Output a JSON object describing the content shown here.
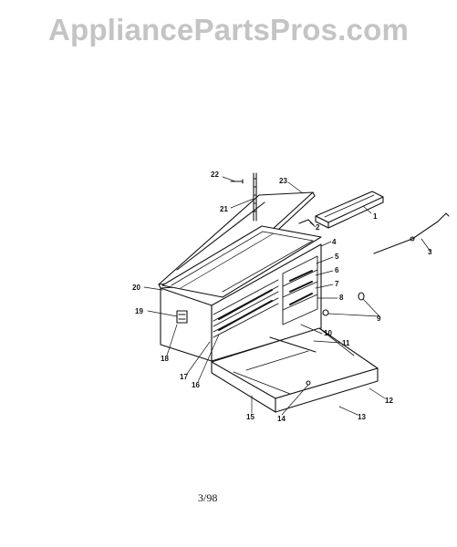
{
  "watermark": "AppliancePartsPros.com",
  "footer_code": "3/98",
  "callouts": [
    {
      "id": "part-1",
      "label": "1"
    },
    {
      "id": "part-2",
      "label": "2"
    },
    {
      "id": "part-3",
      "label": "3"
    },
    {
      "id": "part-4",
      "label": "4"
    },
    {
      "id": "part-5",
      "label": "5"
    },
    {
      "id": "part-6",
      "label": "6"
    },
    {
      "id": "part-7",
      "label": "7"
    },
    {
      "id": "part-8",
      "label": "8"
    },
    {
      "id": "part-9",
      "label": "9"
    },
    {
      "id": "part-10",
      "label": "10"
    },
    {
      "id": "part-11",
      "label": "11"
    },
    {
      "id": "part-12",
      "label": "12"
    },
    {
      "id": "part-13",
      "label": "13"
    },
    {
      "id": "part-14",
      "label": "14"
    },
    {
      "id": "part-15",
      "label": "15"
    },
    {
      "id": "part-16",
      "label": "16"
    },
    {
      "id": "part-17",
      "label": "17"
    },
    {
      "id": "part-18",
      "label": "18"
    },
    {
      "id": "part-19",
      "label": "19"
    },
    {
      "id": "part-20",
      "label": "20"
    },
    {
      "id": "part-21",
      "label": "21"
    },
    {
      "id": "part-22",
      "label": "22"
    },
    {
      "id": "part-23",
      "label": "23"
    }
  ]
}
